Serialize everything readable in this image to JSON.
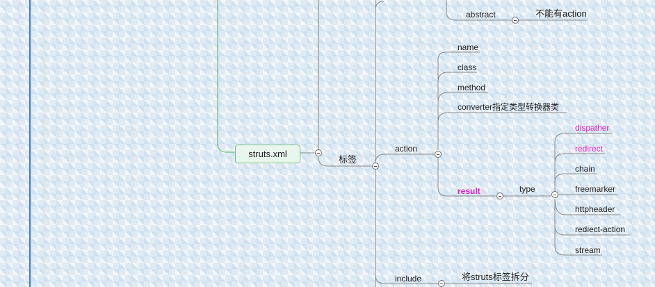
{
  "root": {
    "label": "struts.xml"
  },
  "branch": {
    "label": "标签"
  },
  "top": {
    "abstract": "abstract",
    "abstract_note": "不能有action"
  },
  "action": {
    "label": "action",
    "attrs": [
      "name",
      "class",
      "method",
      "converter指定类型转换器类"
    ],
    "result": {
      "label": "result",
      "type_label": "type",
      "types": [
        "dispather",
        "redirect",
        "chain",
        "freemarker",
        "httpheader",
        "rediect-action",
        "stream"
      ]
    }
  },
  "include": {
    "label": "include",
    "note": "将struts标签拆分"
  },
  "colors": {
    "highlight": "#e020c8",
    "line": "#8a8a8a",
    "root_border": "#7cc08f",
    "root_line": "#6cc080"
  }
}
